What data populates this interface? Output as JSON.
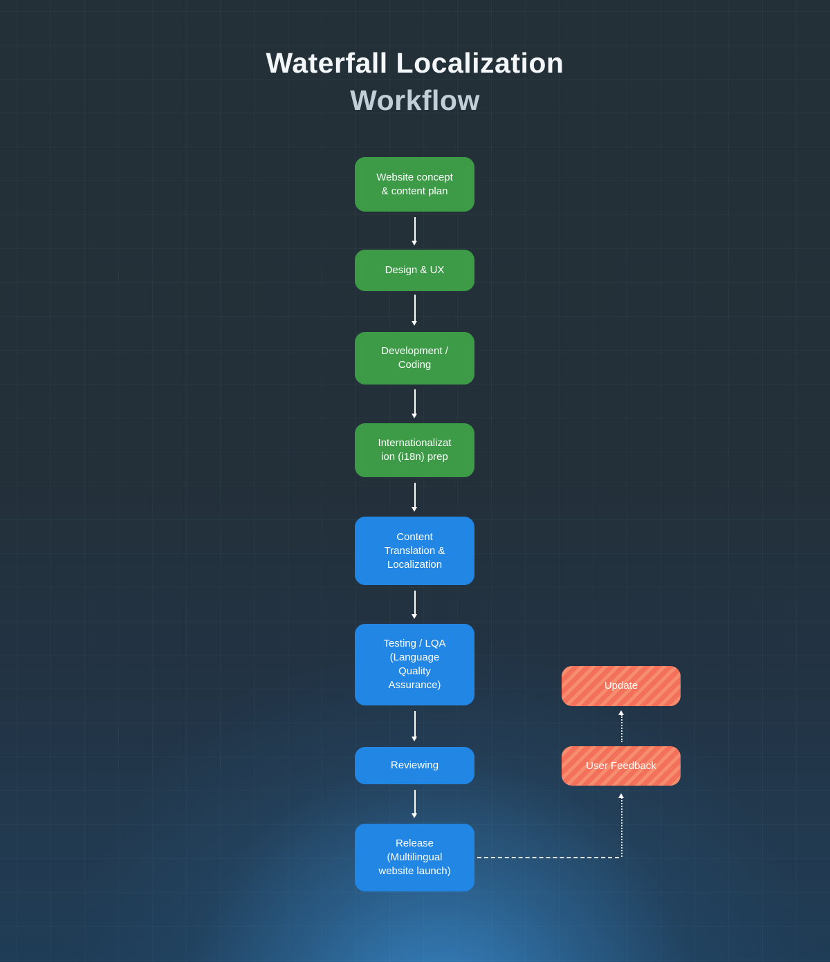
{
  "title": {
    "line1": "Waterfall Localization",
    "line2": "Workflow"
  },
  "flow": {
    "nodes": [
      {
        "id": "website-concept",
        "label": "Website concept\n& content plan",
        "color": "green"
      },
      {
        "id": "design-ux",
        "label": "Design & UX",
        "color": "green"
      },
      {
        "id": "development-coding",
        "label": "Development /\nCoding",
        "color": "green"
      },
      {
        "id": "i18n-prep",
        "label": "Internationalizat\nion (i18n) prep",
        "color": "green"
      },
      {
        "id": "content-translation",
        "label": "Content\nTranslation &\nLocalization",
        "color": "blue"
      },
      {
        "id": "testing-lqa",
        "label": "Testing / LQA\n(Language\nQuality\nAssurance)",
        "color": "blue"
      },
      {
        "id": "reviewing",
        "label": "Reviewing",
        "color": "blue"
      },
      {
        "id": "release",
        "label": "Release\n(Multilingual\nwebsite launch)",
        "color": "blue"
      }
    ],
    "feedback_nodes": [
      {
        "id": "update",
        "label": "Update",
        "color": "orange"
      },
      {
        "id": "user-feedback",
        "label": "User Feedback",
        "color": "orange"
      }
    ],
    "connections": [
      {
        "from": "website-concept",
        "to": "design-ux",
        "style": "solid"
      },
      {
        "from": "design-ux",
        "to": "development-coding",
        "style": "solid"
      },
      {
        "from": "development-coding",
        "to": "i18n-prep",
        "style": "solid"
      },
      {
        "from": "i18n-prep",
        "to": "content-translation",
        "style": "solid"
      },
      {
        "from": "content-translation",
        "to": "testing-lqa",
        "style": "solid"
      },
      {
        "from": "testing-lqa",
        "to": "reviewing",
        "style": "solid"
      },
      {
        "from": "reviewing",
        "to": "release",
        "style": "solid"
      },
      {
        "from": "release",
        "to": "user-feedback",
        "style": "dotted"
      },
      {
        "from": "user-feedback",
        "to": "update",
        "style": "dotted"
      }
    ]
  },
  "colors": {
    "background": "#243038",
    "background_glow": "#388acd",
    "grid_line": "#8cc8cd",
    "stage_green": "#3d9b47",
    "stage_blue": "#2186e4",
    "feedback_orange_base": "#f3705a",
    "feedback_orange_stripe": "#f68d6e",
    "title_primary": "#f3f7f9",
    "title_secondary": "#c2ced8",
    "arrow": "#ffffff"
  }
}
